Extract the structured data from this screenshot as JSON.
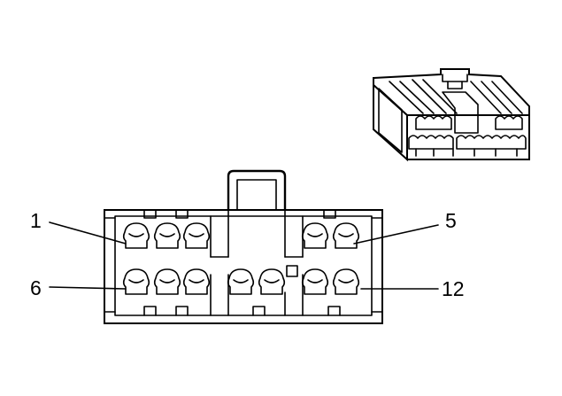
{
  "diagram": {
    "type": "connector-end-view",
    "callouts": [
      {
        "id": "pin-1",
        "label": "1"
      },
      {
        "id": "pin-5",
        "label": "5"
      },
      {
        "id": "pin-6",
        "label": "6"
      },
      {
        "id": "pin-12",
        "label": "12"
      }
    ],
    "top_row_cavities": 5,
    "bottom_row_cavities": 7
  }
}
